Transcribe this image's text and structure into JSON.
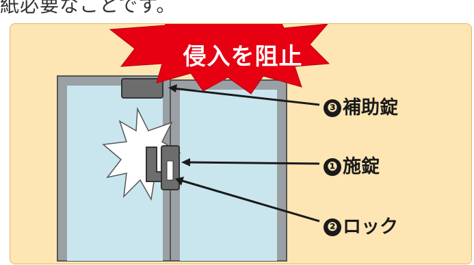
{
  "page": {
    "top_text": "紙必要なことです。"
  },
  "diagram": {
    "title": "侵入を阻止",
    "labels": [
      {
        "num": "❸",
        "text": "補助錠"
      },
      {
        "num": "❶",
        "text": "施錠"
      },
      {
        "num": "❷",
        "text": "ロック"
      }
    ]
  }
}
